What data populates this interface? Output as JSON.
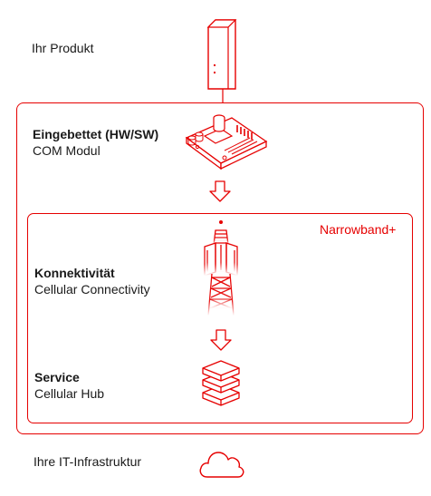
{
  "product": {
    "label": "Ihr Produkt",
    "icon": "device-tower-icon"
  },
  "embedded": {
    "title": "Eingebettet (HW/SW)",
    "subtitle": "COM Modul",
    "icon": "circuit-board-icon"
  },
  "connectivity_group": {
    "badge": "Narrowband+",
    "connectivity": {
      "title": "Konnektivität",
      "subtitle": "Cellular Connectivity",
      "icon": "cell-tower-icon"
    },
    "service": {
      "title": "Service",
      "subtitle": "Cellular Hub",
      "icon": "server-stack-icon"
    }
  },
  "infrastructure": {
    "label": "Ihre IT-Infrastruktur",
    "icon": "cloud-icon"
  },
  "colors": {
    "accent": "#e60000",
    "text": "#1a1a1a",
    "background": "#ffffff"
  }
}
